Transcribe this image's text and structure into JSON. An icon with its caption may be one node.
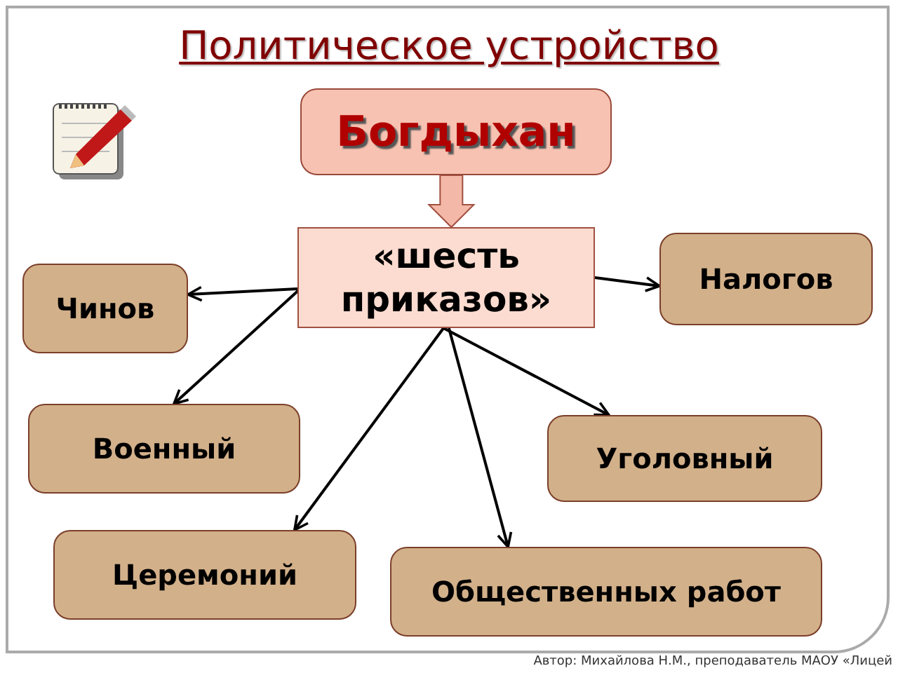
{
  "diagram": {
    "title": "Политическое устройство",
    "nodes": [
      {
        "text": [
          "Богдыхан"
        ]
      },
      {
        "text": [
          "«шесть приказов»"
        ]
      },
      {
        "text": [
          "Налогов"
        ]
      },
      {
        "text": [
          "Чинов"
        ]
      },
      {
        "text": [
          "Военный"
        ]
      },
      {
        "text": [
          "Уголовный"
        ]
      },
      {
        "text": [
          "Церемоний"
        ]
      },
      {
        "text": [
          "Общественных работ"
        ]
      }
    ],
    "edges": [
      {
        "from": 0,
        "to": 1,
        "arrow": "to",
        "style": "thick",
        "color": "#f4b8a8"
      },
      {
        "from": 1,
        "to": 2,
        "arrow": "to"
      },
      {
        "from": 1,
        "to": 3,
        "arrow": "to"
      },
      {
        "from": 1,
        "to": 4,
        "arrow": "to"
      },
      {
        "from": 1,
        "to": 5,
        "arrow": "to"
      },
      {
        "from": 1,
        "to": 6,
        "arrow": "to"
      },
      {
        "from": 1,
        "to": 7,
        "arrow": "to"
      }
    ],
    "labels": [
      "Автор: Михайлова Н.М., преподаватель МАОУ «Лицей"
    ]
  }
}
